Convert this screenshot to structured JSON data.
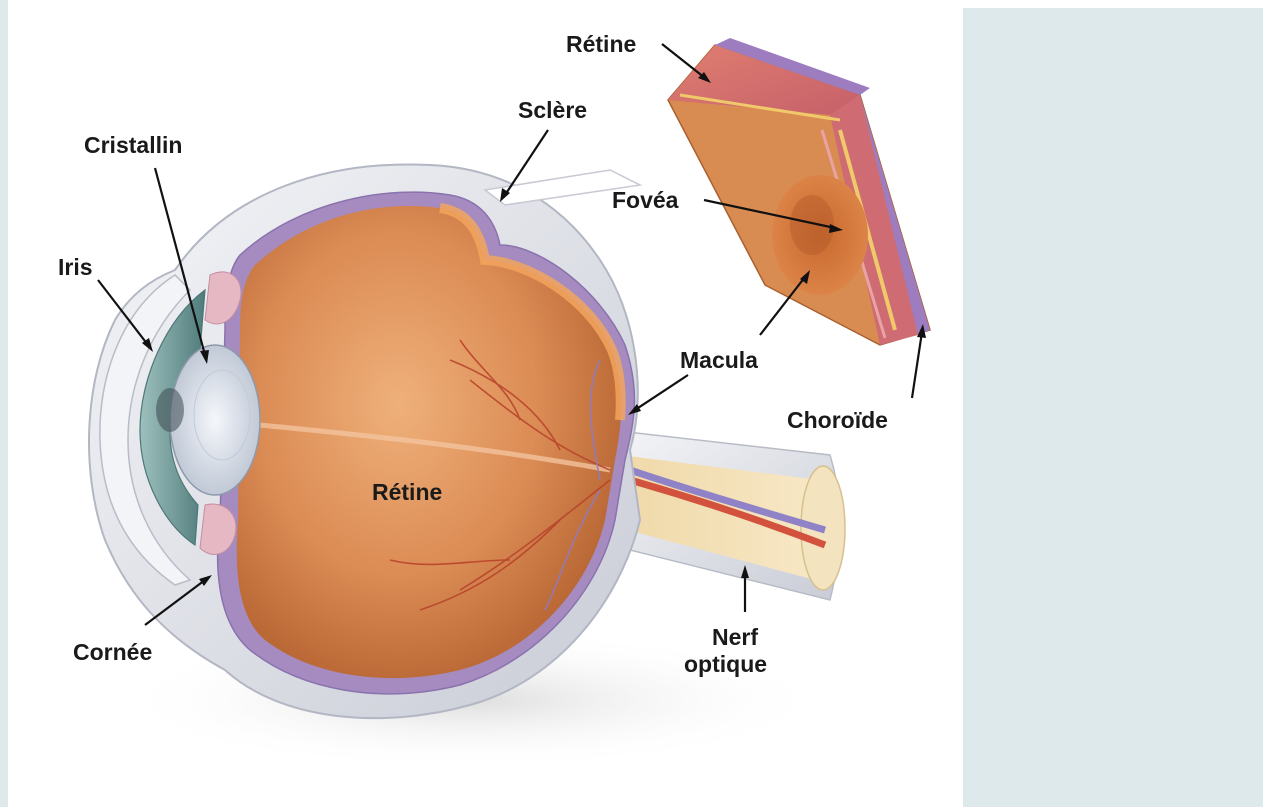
{
  "labels": {
    "retine_top": "Rétine",
    "sclere": "Sclère",
    "cristallin": "Cristallin",
    "fovea": "Fovéa",
    "iris": "Iris",
    "macula": "Macula",
    "choroide": "Choroïde",
    "retine_center": "Rétine",
    "cornee": "Cornée",
    "nerf_line1": "Nerf",
    "nerf_line2": "optique"
  },
  "colors": {
    "retina_interior": "#d98a52",
    "sclera": "#e7e9ee",
    "choroid": "#9a82b8",
    "iris": "#6f9a98",
    "lens": "#dfe6ef",
    "side_panel": "#dde9ea"
  }
}
